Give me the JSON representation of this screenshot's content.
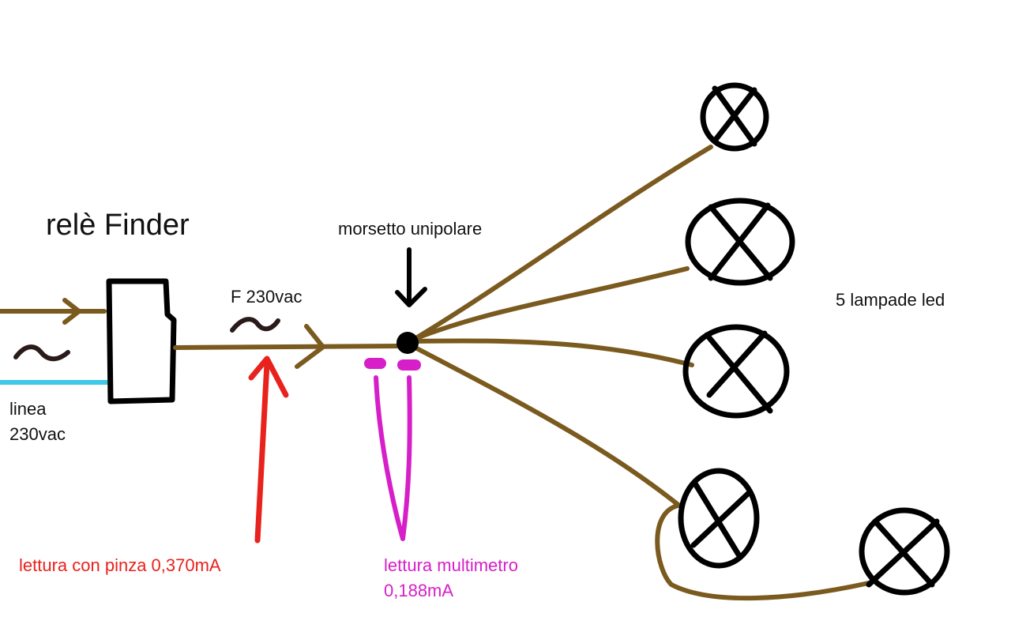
{
  "labels": {
    "relay": "relè Finder",
    "terminal": "morsetto unipolare",
    "phase": "F 230vac",
    "line_1": "linea",
    "line_2": "230vac",
    "lamps": "5 lampade led",
    "clamp_reading": "lettura con pinza 0,370mA",
    "meter_reading_1": "lettura multimetro",
    "meter_reading_2": "0,188mA"
  },
  "colors": {
    "wire_phase": "#7a5a1e",
    "wire_neutral": "#3fc8e8",
    "outline": "#000000",
    "clamp": "#e8221c",
    "meter": "#d61fc8"
  },
  "icons": {
    "ac_symbol": "tilde-icon",
    "lamp": "lamp-cross-icon"
  }
}
